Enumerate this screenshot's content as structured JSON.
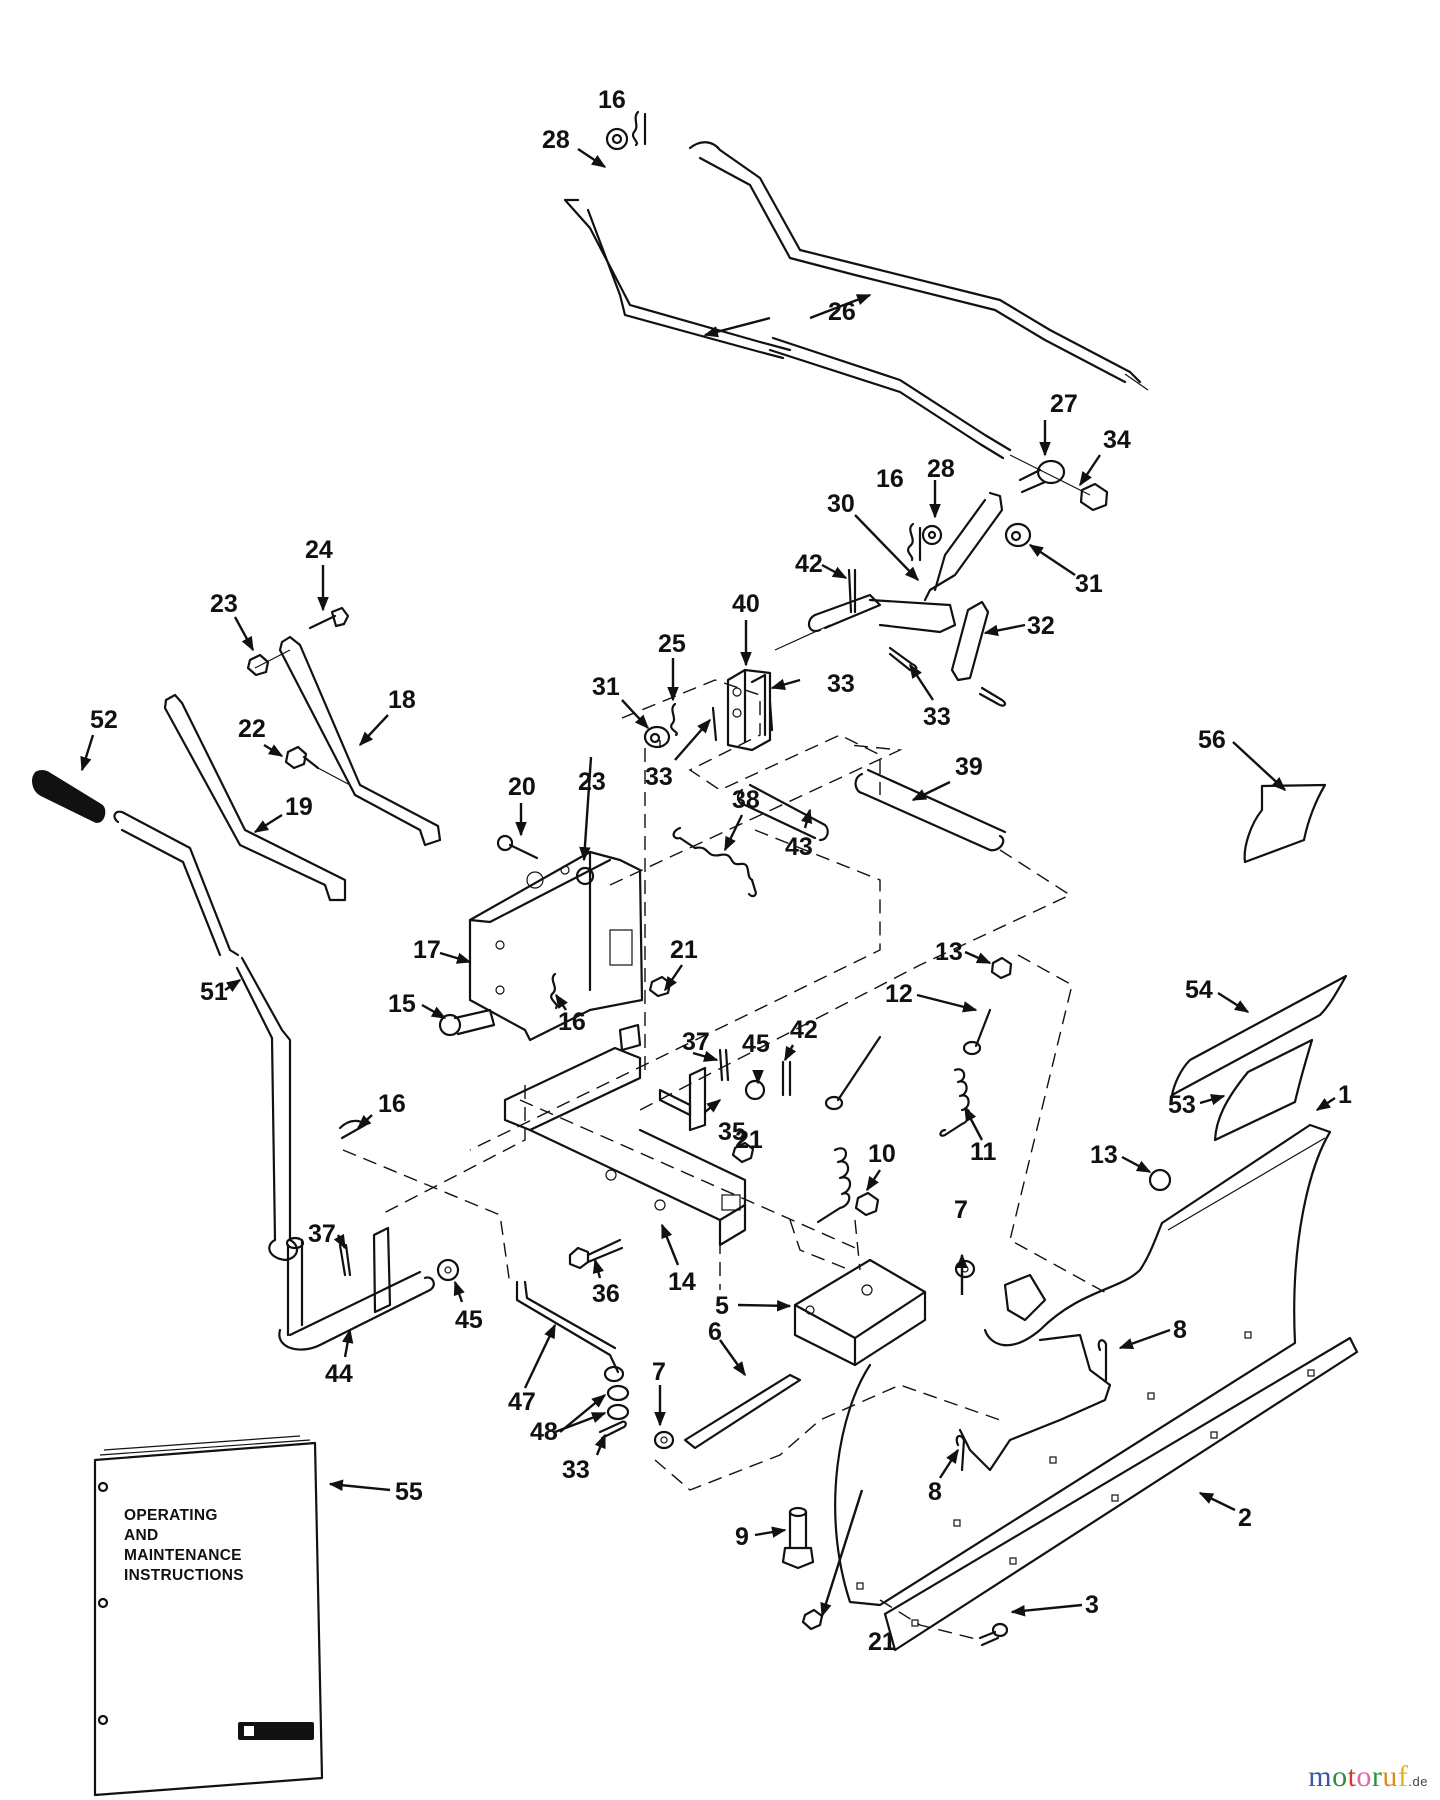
{
  "diagram": {
    "type": "exploded parts diagram",
    "subject": "Front dozer blade and lift linkage assembly",
    "callouts": [
      {
        "id": "c1",
        "label": "1"
      },
      {
        "id": "c2",
        "label": "2"
      },
      {
        "id": "c3",
        "label": "3"
      },
      {
        "id": "c5",
        "label": "5"
      },
      {
        "id": "c6",
        "label": "6"
      },
      {
        "id": "c7a",
        "label": "7"
      },
      {
        "id": "c7b",
        "label": "7"
      },
      {
        "id": "c8a",
        "label": "8"
      },
      {
        "id": "c8b",
        "label": "8"
      },
      {
        "id": "c9",
        "label": "9"
      },
      {
        "id": "c10",
        "label": "10"
      },
      {
        "id": "c11",
        "label": "11"
      },
      {
        "id": "c12",
        "label": "12"
      },
      {
        "id": "c13a",
        "label": "13"
      },
      {
        "id": "c13b",
        "label": "13"
      },
      {
        "id": "c14",
        "label": "14"
      },
      {
        "id": "c15",
        "label": "15"
      },
      {
        "id": "c16a",
        "label": "16"
      },
      {
        "id": "c16b",
        "label": "16"
      },
      {
        "id": "c16c",
        "label": "16"
      },
      {
        "id": "c16d",
        "label": "16"
      },
      {
        "id": "c17",
        "label": "17"
      },
      {
        "id": "c18",
        "label": "18"
      },
      {
        "id": "c19",
        "label": "19"
      },
      {
        "id": "c20",
        "label": "20"
      },
      {
        "id": "c21a",
        "label": "21"
      },
      {
        "id": "c21b",
        "label": "21"
      },
      {
        "id": "c21c",
        "label": "21"
      },
      {
        "id": "c22",
        "label": "22"
      },
      {
        "id": "c23a",
        "label": "23"
      },
      {
        "id": "c23b",
        "label": "23"
      },
      {
        "id": "c24",
        "label": "24"
      },
      {
        "id": "c25",
        "label": "25"
      },
      {
        "id": "c26",
        "label": "26"
      },
      {
        "id": "c27",
        "label": "27"
      },
      {
        "id": "c28a",
        "label": "28"
      },
      {
        "id": "c28b",
        "label": "28"
      },
      {
        "id": "c30",
        "label": "30"
      },
      {
        "id": "c31a",
        "label": "31"
      },
      {
        "id": "c31b",
        "label": "31"
      },
      {
        "id": "c32",
        "label": "32"
      },
      {
        "id": "c33a",
        "label": "33"
      },
      {
        "id": "c33b",
        "label": "33"
      },
      {
        "id": "c33c",
        "label": "33"
      },
      {
        "id": "c33d",
        "label": "33"
      },
      {
        "id": "c34",
        "label": "34"
      },
      {
        "id": "c35",
        "label": "35"
      },
      {
        "id": "c36",
        "label": "36"
      },
      {
        "id": "c37a",
        "label": "37"
      },
      {
        "id": "c37b",
        "label": "37"
      },
      {
        "id": "c38",
        "label": "38"
      },
      {
        "id": "c39",
        "label": "39"
      },
      {
        "id": "c40",
        "label": "40"
      },
      {
        "id": "c42a",
        "label": "42"
      },
      {
        "id": "c42b",
        "label": "42"
      },
      {
        "id": "c43",
        "label": "43"
      },
      {
        "id": "c44",
        "label": "44"
      },
      {
        "id": "c45a",
        "label": "45"
      },
      {
        "id": "c45b",
        "label": "45"
      },
      {
        "id": "c47",
        "label": "47"
      },
      {
        "id": "c48",
        "label": "48"
      },
      {
        "id": "c51",
        "label": "51"
      },
      {
        "id": "c52",
        "label": "52"
      },
      {
        "id": "c53",
        "label": "53"
      },
      {
        "id": "c54",
        "label": "54"
      },
      {
        "id": "c55",
        "label": "55"
      },
      {
        "id": "c56",
        "label": "56"
      }
    ],
    "manual": {
      "lines": [
        "OPERATING",
        "AND",
        "MAINTENANCE",
        "INSTRUCTIONS"
      ]
    }
  },
  "watermark": {
    "letters": [
      "m",
      "o",
      "t",
      "o",
      "r",
      "u",
      "f"
    ],
    "colors": [
      "#3b5aa6",
      "#2f8f3e",
      "#d23a2a",
      "#e06aa0",
      "#2f8f3e",
      "#e08a1e",
      "#e3b21a"
    ],
    "tld": ".de"
  }
}
